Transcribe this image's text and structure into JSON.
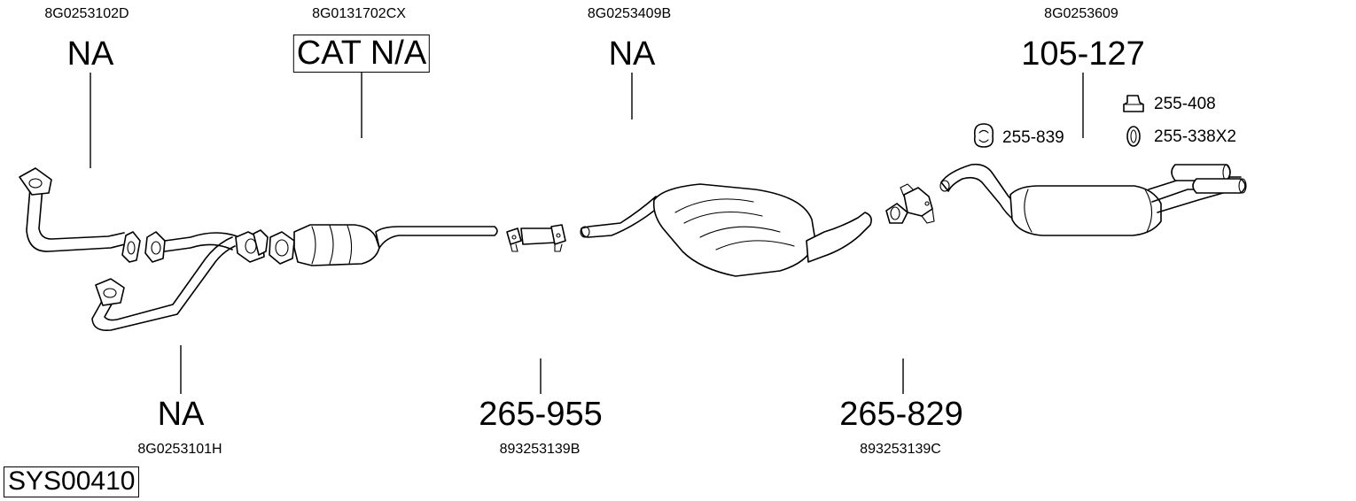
{
  "diagram": {
    "system_code": "SYS00410",
    "parts": [
      {
        "oem": "8G0253102D",
        "ref": "NA"
      },
      {
        "oem": "8G0131702CX",
        "ref": "CAT N/A"
      },
      {
        "oem": "8G0253409B",
        "ref": "NA"
      },
      {
        "oem": "8G0253609",
        "ref": "105-127"
      },
      {
        "oem": "8G0253101H",
        "ref": "NA"
      },
      {
        "oem": "893253139B",
        "ref": "265-955"
      },
      {
        "oem": "893253139C",
        "ref": "265-829"
      }
    ],
    "accessories": [
      {
        "ref": "255-408",
        "icon": "rubber-mount-icon"
      },
      {
        "ref": "255-839",
        "icon": "hanger-ring-icon"
      },
      {
        "ref": "255-338X2",
        "icon": "oval-ring-icon"
      }
    ]
  }
}
